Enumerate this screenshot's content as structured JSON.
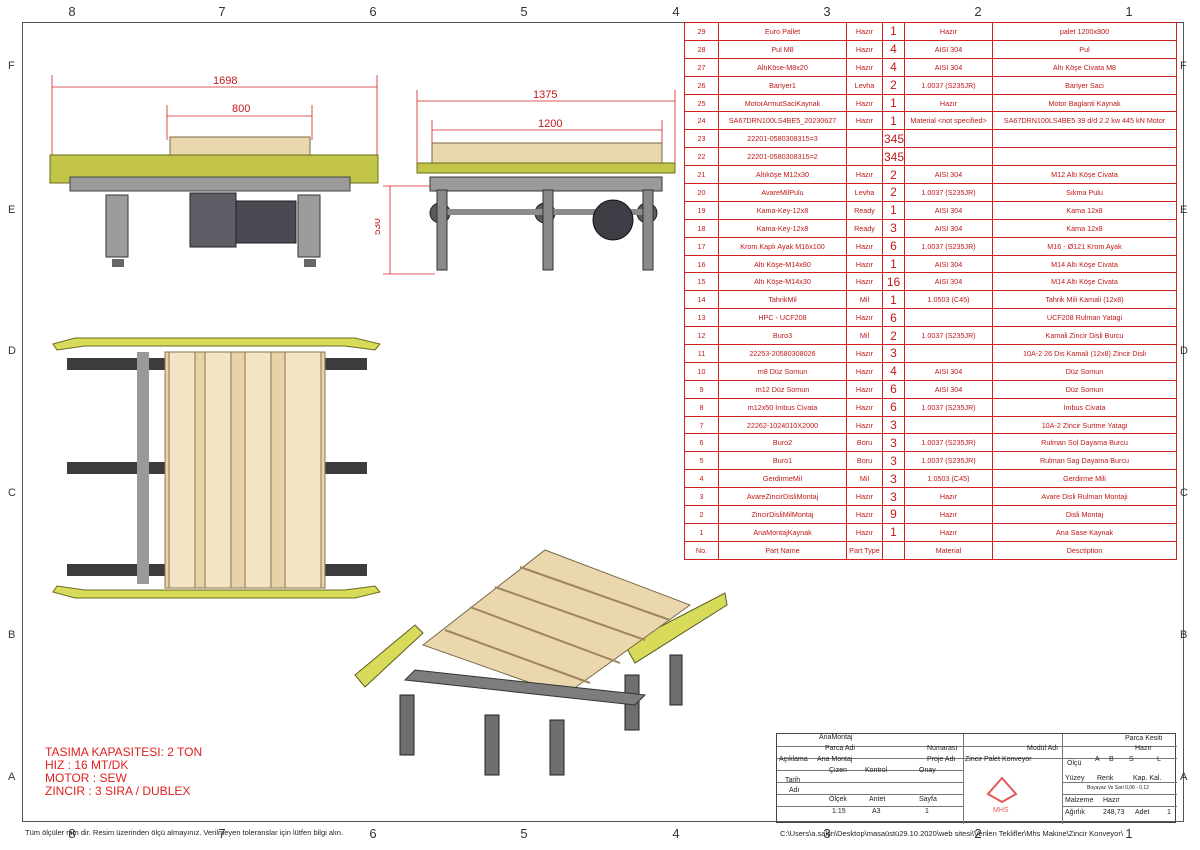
{
  "border": {
    "cols_top": [
      "8",
      "7",
      "6",
      "5",
      "4",
      "3",
      "2",
      "1"
    ],
    "cols_bottom": [
      "8",
      "7",
      "6",
      "5",
      "4",
      "3",
      "2",
      "1"
    ],
    "rows_left": [
      "F",
      "E",
      "D",
      "C",
      "B",
      "A"
    ],
    "rows_right": [
      "F",
      "E",
      "D",
      "C",
      "B",
      "A"
    ]
  },
  "dimensions": {
    "front_overall": "1698",
    "front_pallet": "800",
    "side_overall": "1375",
    "side_pallet": "1200",
    "side_height": "530"
  },
  "bom": {
    "header": [
      "No.",
      "Part Name",
      "Part Type",
      "",
      "Material",
      "Desctiption"
    ],
    "rows": [
      [
        "29",
        "Euro Pallet",
        "Hazır",
        "1",
        "Hazır",
        "palet 1200x800"
      ],
      [
        "28",
        "Pul M8",
        "Hazır",
        "4",
        "AISI 304",
        "Pul"
      ],
      [
        "27",
        "AltıKöse-M8x20",
        "Hazır",
        "4",
        "AISI 304",
        "Altı Köşe Civata M8"
      ],
      [
        "26",
        "Bariyer1",
        "Levha",
        "2",
        "1.0037 (S235JR)",
        "Bariyer Saci"
      ],
      [
        "25",
        "MotorArmutSaciKaynak",
        "Hazır",
        "1",
        "Hazır",
        "Motor Baglanti Kaynak"
      ],
      [
        "24",
        "SA67DRN100LS4BE5_20230627",
        "Hazır",
        "1",
        "Material <not specified>",
        "SA67DRN100LS4BE5 39 d/d 2.2 kw 445 kN Motor"
      ],
      [
        "23",
        "22201-0580308315=3",
        "",
        "345",
        "",
        ""
      ],
      [
        "22",
        "22201-0580308315=2",
        "",
        "345",
        "",
        ""
      ],
      [
        "21",
        "Altıköşe M12x30",
        "Hazır",
        "2",
        "AISI 304",
        "M12 Altı Köşe Civata"
      ],
      [
        "20",
        "AvareMilPulu",
        "Levha",
        "2",
        "1.0037 (S235JR)",
        "Sıkma Pulu"
      ],
      [
        "19",
        "Kama-Key-12x8",
        "Ready",
        "1",
        "AISI 304",
        "Kama 12x8"
      ],
      [
        "18",
        "Kama-Key-12x8",
        "Ready",
        "3",
        "AISI 304",
        "Kama 12x8"
      ],
      [
        "17",
        "Krom Kaplı Ayak M16x100",
        "Hazır",
        "6",
        "1.0037 (S235JR)",
        "M16 - Ø121 Krom Ayak"
      ],
      [
        "16",
        "Altı Köşe-M14x80",
        "Hazır",
        "1",
        "AISI 304",
        "M14 Altı Köşe Civata"
      ],
      [
        "15",
        "Altı Köşe-M14x30",
        "Hazır",
        "16",
        "AISI 304",
        "M14 Altı Köşe Civata"
      ],
      [
        "14",
        "TahrikMil",
        "Mil",
        "1",
        "1.0503 (C45)",
        "Tahrik Mili Kamali (12x8)"
      ],
      [
        "13",
        "HPC - UCF208",
        "Hazır",
        "6",
        "",
        "UCF208 Rulman Yatagi"
      ],
      [
        "12",
        "Buro3",
        "Mil",
        "2",
        "1.0037 (S235JR)",
        "Kamali Zincir Disli Burcu"
      ],
      [
        "11",
        "22253-20580308026",
        "Hazır",
        "3",
        "",
        "10A-2 26 Dis Kamali (12x8) Zincir Disli"
      ],
      [
        "10",
        "m8 Düz Somun",
        "Hazır",
        "4",
        "AISI 304",
        "Düz Somun"
      ],
      [
        "9",
        "m12 Düz Somun",
        "Hazır",
        "6",
        "AISI 304",
        "Düz Somun"
      ],
      [
        "8",
        "m12x50 İmbus Civata",
        "Hazır",
        "6",
        "1.0037 (S235JR)",
        "İmbus Civata"
      ],
      [
        "7",
        "22262-1024010X2000",
        "Hazır",
        "3",
        "",
        "10A-2 Zincir Surtme Yatagi"
      ],
      [
        "6",
        "Buro2",
        "Boru",
        "3",
        "1.0037 (S235JR)",
        "Rulman Sol Dayama Burcu"
      ],
      [
        "5",
        "Buro1",
        "Boru",
        "3",
        "1.0037 (S235JR)",
        "Rulman Sag Dayama Burcu"
      ],
      [
        "4",
        "GerdirmeMil",
        "Mil",
        "3",
        "1.0503 (C45)",
        "Gerdirme Mili"
      ],
      [
        "3",
        "AvareZincirDisliMontaj",
        "Hazır",
        "3",
        "Hazır",
        "Avare Disli Rulman Montaji"
      ],
      [
        "2",
        "ZincirDisliMilMontaj",
        "Hazır",
        "9",
        "Hazır",
        "Disli Montaj"
      ],
      [
        "1",
        "AnaMontajKaynak",
        "Hazır",
        "1",
        "Hazır",
        "Ana Sase Kaynak"
      ]
    ]
  },
  "notes": [
    "TASIMA KAPASITESI:  2 TON",
    "HIZ : 16 MT/DK",
    "MOTOR : SEW",
    "ZINCIR : 3 SIRA  / DUBLEX"
  ],
  "footer_note": "Tüm ölçüler mm dir. Resim üzerinden ölçü almayınız. Verilmeyen toleranslar için lütfen bilgi alın.",
  "file_path": "C:\\Users\\a.sakin\\Desktop\\masaüstü29.10.2020\\web sitesi\\Verilen Teklifler\\Mhs Makine\\Zincir Konveyor\\",
  "title_block": {
    "part_name_value": "AnaMontaj",
    "part_name_label": "Parca Adi",
    "number_label": "Numarası",
    "module_label": "Modül Adı",
    "section_label": "Parca Kesiti",
    "section_value": "Hazır",
    "description_label": "Açıklama",
    "description_value": "Ana Montaj",
    "project_label": "Proje Adı",
    "project_value": "Zincir Palet Konveyor",
    "size_label": "Ölçü",
    "size_cols": [
      "A",
      "B",
      "S",
      "L"
    ],
    "drawn_label": "Çizen",
    "check_label": "Kontrol",
    "approve_label": "Onay",
    "date_label": "Tarih",
    "name_label": "Adı",
    "surface_label": "Yüzey",
    "color_label": "Renk",
    "coat_label": "Kap. Kal.",
    "tolerance_text": "Boyayaz Ve Sari  0,06 - 0,12",
    "scale_label": "Ölçek",
    "scale_value": "1:15",
    "format_label": "Antet",
    "format_value": "A3",
    "page_label": "Sayfa",
    "page_value": "1",
    "material_label": "Malzeme",
    "material_value": "Hazır",
    "weight_label": "Ağırlık",
    "weight_value": "248,73",
    "qty_label": "Adet",
    "qty_value": "1",
    "logo_text": "MHS"
  },
  "colors": {
    "bom_red": "#c01818",
    "note_red": "#e02020",
    "guard_yellow": "#c9cc4a",
    "wood": "#e8d3a8",
    "steel": "#8a8a8a"
  }
}
